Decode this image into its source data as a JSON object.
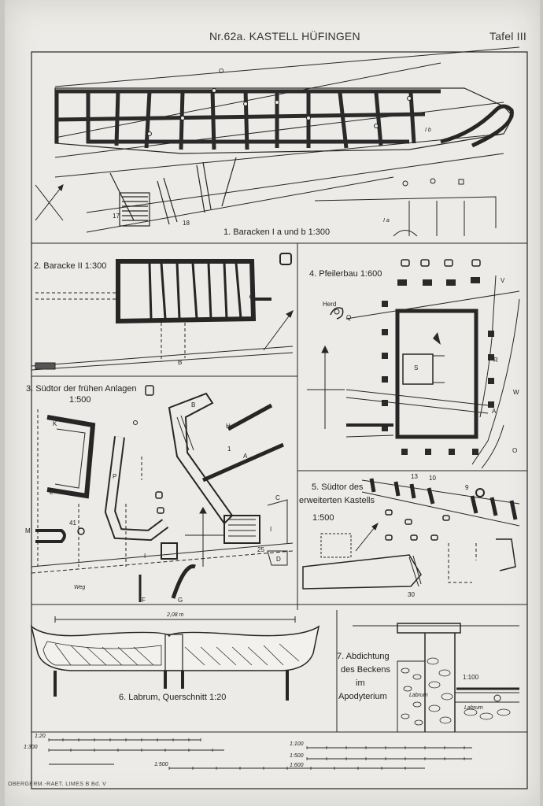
{
  "header": {
    "title": "Nr.62a. KASTELL HÜFINGEN",
    "plate": "Tafel III"
  },
  "panels": {
    "p1": {
      "caption": "1. Baracken I a und b 1:300",
      "labels": [
        "O",
        "I b",
        "I a",
        "17",
        "18"
      ]
    },
    "p2": {
      "caption": "2. Baracke II 1:300",
      "labels": [
        "B"
      ]
    },
    "p3": {
      "caption_line1": "3. Südtor der frühen Anlagen",
      "caption_line2": "1:500",
      "labels": [
        "K",
        "L",
        "M",
        "41",
        "P",
        "B",
        "H",
        "1",
        "A",
        "C",
        "I",
        "25",
        "D",
        "F",
        "G",
        "I"
      ],
      "road": "Weg"
    },
    "p4": {
      "caption": "4. Pfeilerbau 1:600",
      "labels": [
        "Herd",
        "Q",
        "S",
        "V",
        "R",
        "W",
        "A",
        "O"
      ]
    },
    "p5": {
      "caption_line1": "5. Südtor des",
      "caption_line2": "erweiterten Kastells",
      "caption_line3": "1:500",
      "labels": [
        "13",
        "10",
        "9",
        "30"
      ]
    },
    "p6": {
      "caption": "6. Labrum, Querschnitt 1:20",
      "dimension": "2,08 m"
    },
    "p7": {
      "caption_line1": "7. Abdichtung",
      "caption_line2": "des Beckens",
      "caption_line3": "im",
      "caption_line4": "Apodyterium",
      "scale": "1:100",
      "labels": [
        "Labrum",
        "Labrum"
      ]
    }
  },
  "scales": [
    "1:20",
    "1:300",
    "1:500",
    "1:100",
    "1:500",
    "1:600"
  ],
  "footer": "OBERGERM.-RAET. LIMES B Bd. V"
}
